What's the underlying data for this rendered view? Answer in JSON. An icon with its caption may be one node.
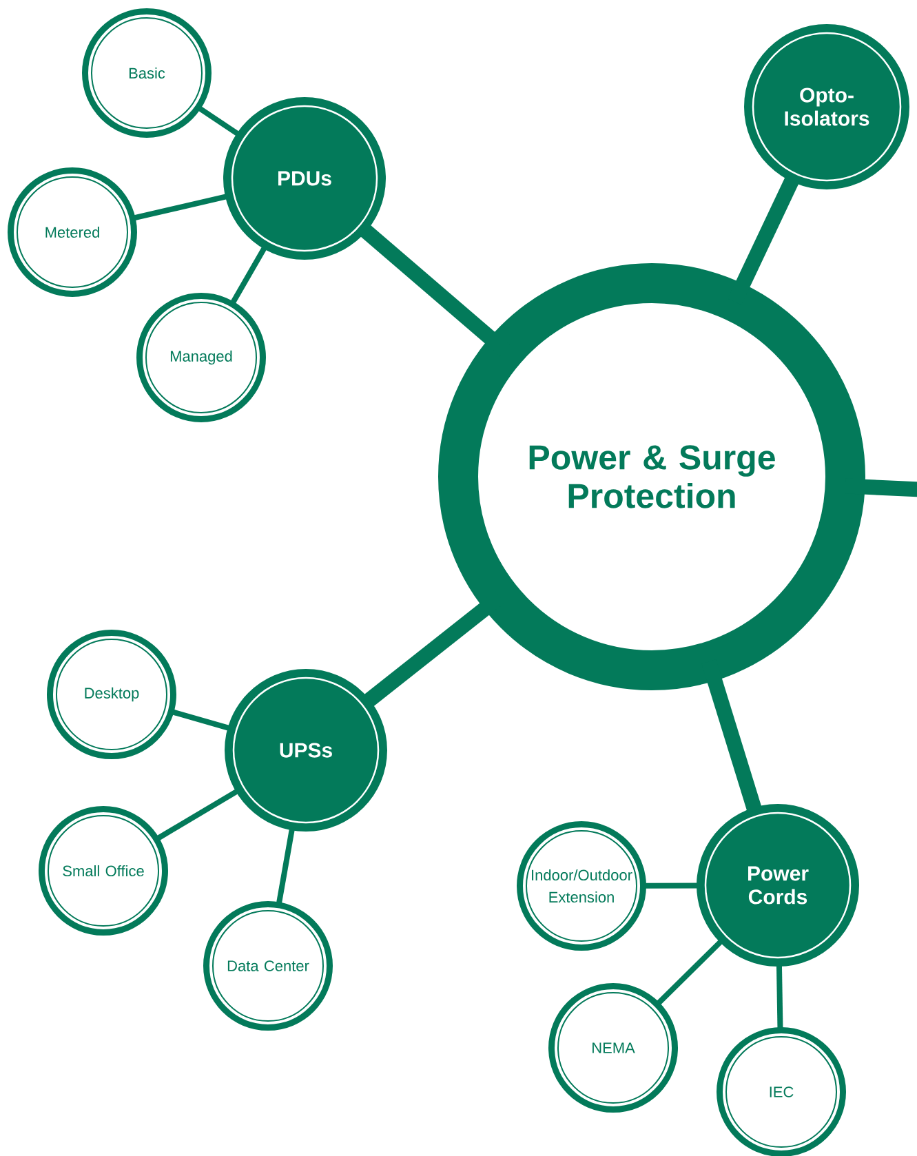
{
  "diagram": {
    "nodes": [
      {
        "text": [
          "Power & Surge Protection"
        ]
      },
      {
        "text": [
          "PDUs"
        ]
      },
      {
        "text": [
          "Basic"
        ]
      },
      {
        "text": [
          "Metered"
        ]
      },
      {
        "text": [
          "Managed"
        ]
      },
      {
        "text": [
          "Opto-Isolators"
        ]
      },
      {
        "text": [
          "UPSs"
        ]
      },
      {
        "text": [
          "Desktop"
        ]
      },
      {
        "text": [
          "Small Office"
        ]
      },
      {
        "text": [
          "Data Center"
        ]
      },
      {
        "text": [
          "Power Cords"
        ]
      },
      {
        "text": [
          "Indoor/Outdoor Extension"
        ]
      },
      {
        "text": [
          "NEMA"
        ]
      },
      {
        "text": [
          "IEC"
        ]
      }
    ],
    "edges": [
      {
        "from": 0,
        "to": 1,
        "arrow": "none",
        "style": "thick"
      },
      {
        "from": 1,
        "to": 2,
        "arrow": "none"
      },
      {
        "from": 1,
        "to": 3,
        "arrow": "none"
      },
      {
        "from": 1,
        "to": 4,
        "arrow": "none"
      },
      {
        "from": 0,
        "to": 5,
        "arrow": "none",
        "style": "thick"
      },
      {
        "from": 0,
        "to": 6,
        "arrow": "none",
        "style": "thick"
      },
      {
        "from": 6,
        "to": 7,
        "arrow": "none"
      },
      {
        "from": 6,
        "to": 8,
        "arrow": "none"
      },
      {
        "from": 6,
        "to": 9,
        "arrow": "none"
      },
      {
        "from": 0,
        "to": 10,
        "arrow": "none",
        "style": "thick"
      },
      {
        "from": 10,
        "to": 11,
        "arrow": "none"
      },
      {
        "from": 10,
        "to": 12,
        "arrow": "none"
      },
      {
        "from": 10,
        "to": 13,
        "arrow": "none"
      },
      {
        "from": 0,
        "to": null,
        "arrow": "none",
        "style": "thick"
      }
    ]
  }
}
